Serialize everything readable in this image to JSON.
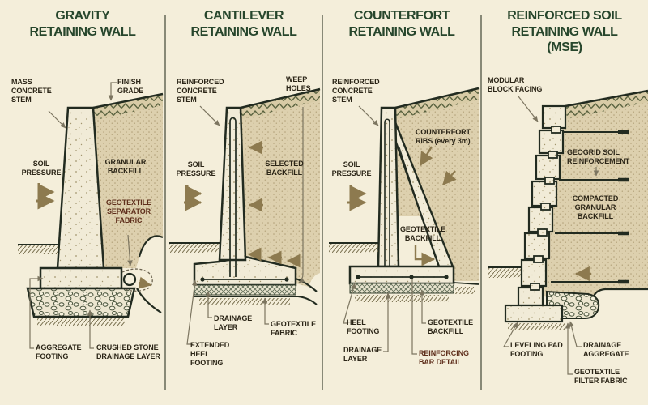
{
  "figure_title": "Retaining wall type comparison diagram",
  "palette": {
    "background": "#f4eeda",
    "title_green": "#27462c",
    "label_dark": "#2b2517",
    "label_maroon": "#5f2f1c",
    "outline_dark": "#222b20",
    "arrow_olive": "#8d7a4f",
    "backfill_tan": "#ddd0ae",
    "concrete_cream": "#f1ebd7"
  },
  "panels": [
    {
      "id": "gravity",
      "title_lines": [
        "GRAVITY",
        "RETAINING WALL"
      ],
      "labels": {
        "mass_concrete_stem": "MASS CONCRETE STEM",
        "finish_grade": "FINISH GRADE",
        "soil_pressure": "SOIL PRESSURE",
        "granular_backfill": "GRANULAR BACKFILL",
        "geotextile_separator_fabric": "GEOTEXTILE SEPARATOR FABRIC",
        "aggregate_footing": "AGGREGATE FOOTING",
        "crushed_stone_drainage_layer": "CRUSHED STONE DRAINAGE LAYER"
      }
    },
    {
      "id": "cantilever",
      "title_lines": [
        "CANTILEVER",
        "RETAINING WALL"
      ],
      "labels": {
        "reinforced_concrete_stem": "REINFORCED CONCRETE STEM",
        "soil_pressure": "SOIL PRESSURE",
        "selected_backfill": "SELECTED BACKFILL",
        "weep_holes": "WEEP HOLES",
        "drainage_layer": "DRAINAGE LAYER",
        "geotextile_fabric": "GEOTEXTILE FABRIC",
        "extended_heel_footing": "EXTENDED HEEL FOOTING"
      }
    },
    {
      "id": "counterfort",
      "title_lines": [
        "COUNTERFORT",
        "RETAINING WALL"
      ],
      "labels": {
        "reinforced_concrete_stem": "REINFORCED CONCRETE STEM",
        "soil_pressure": "SOIL PRESSURE",
        "counterfort_ribs": "COUNTERFORT RIBS (every 3m)",
        "geotextile_backfill_pocket": "GEOTEXTILE BACKFILL",
        "heel_footing": "HEEL FOOTING",
        "drainage_layer": "DRAINAGE LAYER",
        "geotextile_backfill": "GEOTEXTILE BACKFILL",
        "reinforcing_bar_detail": "REINFORCING BAR DETAIL"
      }
    },
    {
      "id": "mse",
      "title_lines": [
        "REINFORCED SOIL",
        "RETAINING WALL",
        "(MSE)"
      ],
      "labels": {
        "modular_block_facing": "MODULAR BLOCK FACING",
        "geogrid_soil_reinforcement": "GEOGRID SOIL REINFORCEMENT",
        "compacted_granular_backfill": "COMPACTED GRANULAR BACKFILL",
        "leveling_pad_footing": "LEVELING PAD FOOTING",
        "drainage_aggregate": "DRAINAGE AGGREGATE",
        "geotextile_filter_fabric": "GEOTEXTILE FILTER FABRIC"
      }
    }
  ]
}
